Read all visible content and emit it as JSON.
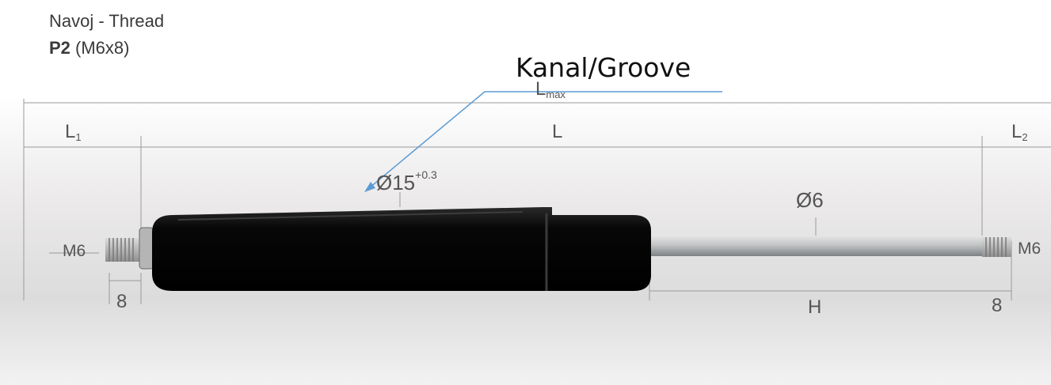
{
  "title": {
    "line1": "Navoj - Thread",
    "line2_bold": "P2",
    "line2_rest": " (M6x8)"
  },
  "callout": {
    "text": "Kanal/Groove",
    "color": "#5b9bd5"
  },
  "dimensions": {
    "lmax_main": "L",
    "lmax_sub": "max",
    "l1_main": "L",
    "l1_sub": "1",
    "l": "L",
    "l2_main": "L",
    "l2_sub": "2",
    "d15": "Ø15",
    "d15_tol": "+0.3",
    "d6": "Ø6",
    "m6_left": "M6",
    "m6_right": "M6",
    "thread_left": "8",
    "thread_right": "8",
    "h": "H"
  }
}
